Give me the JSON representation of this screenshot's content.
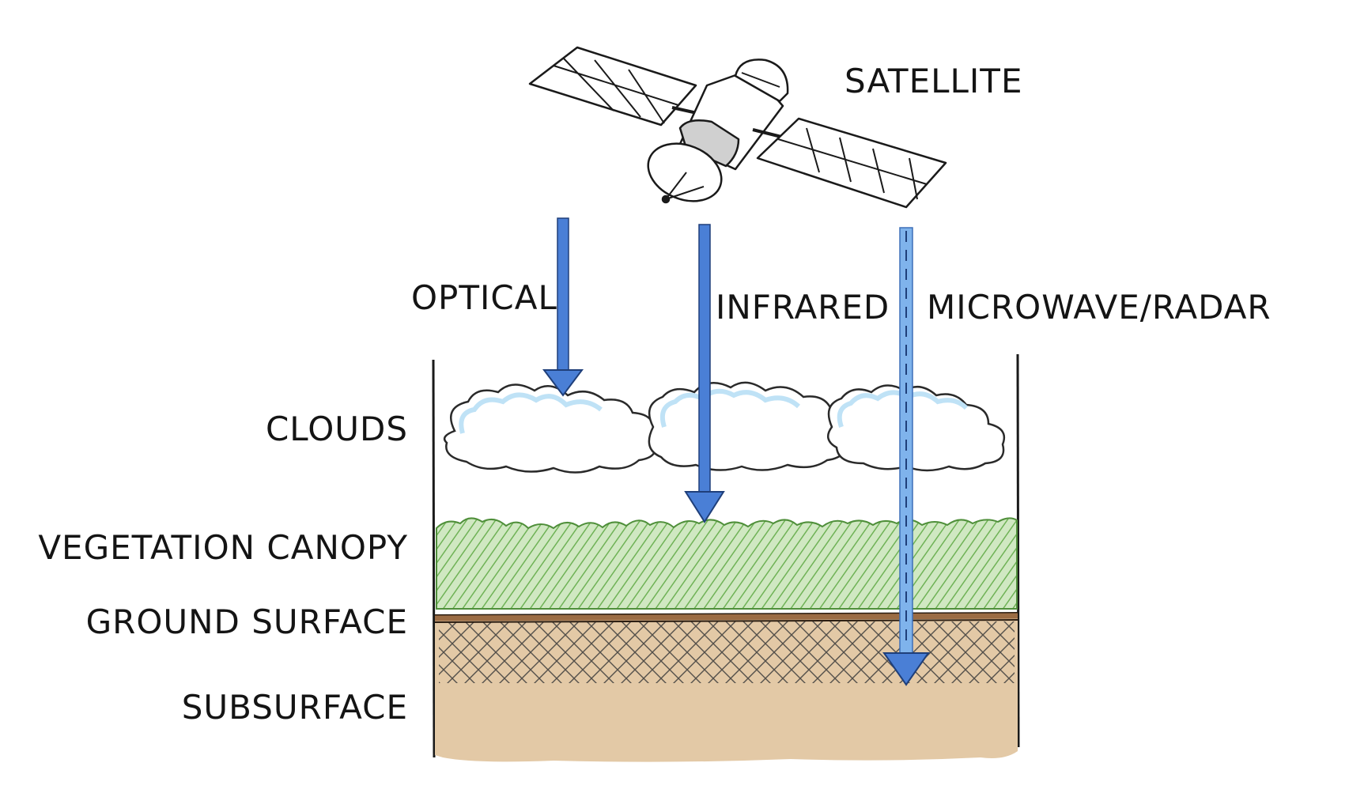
{
  "labels": {
    "satellite": "SATELLITE",
    "optical": "OPTICAL",
    "infrared": "INFRARED",
    "microwave": "MICROWAVE/RADAR",
    "clouds": "CLOUDS",
    "vegetation": "VEGETATION CANOPY",
    "ground": "GROUND SURFACE",
    "subsurface": "SUBSURFACE"
  },
  "colors": {
    "arrow_blue": "#4a7fd6",
    "microwave_blue": "#7fb3ec",
    "cloud_outline": "#2a2a2a",
    "cloud_fill": "#c9e6f7",
    "vegetation": "#7dbb62",
    "ground_line": "#9b6c44",
    "subsurface": "#e3c9a6",
    "ink": "#141414"
  },
  "icons": [
    "satellite-icon"
  ]
}
